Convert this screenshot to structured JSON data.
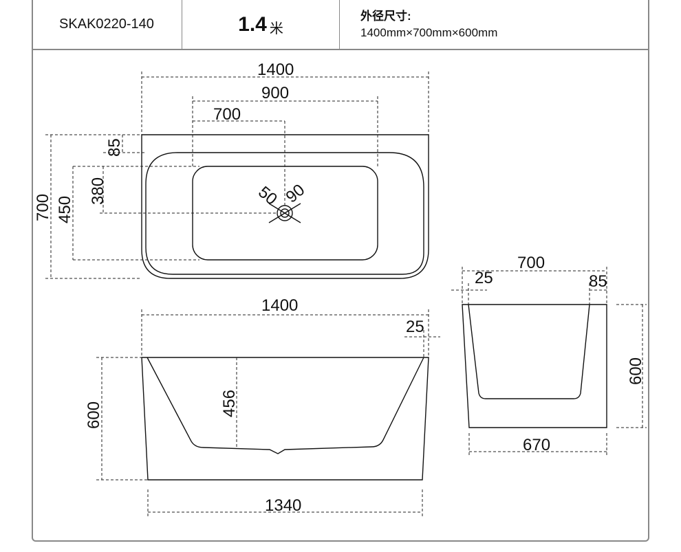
{
  "header": {
    "model": "SKAK0220-140",
    "size_value": "1.4",
    "size_unit": "米",
    "dims_label": "外径尺寸:",
    "dims_value": "1400mm×700mm×600mm"
  },
  "top_view": {
    "width_overall": "1400",
    "width_inner": "900",
    "drain_offset": "700",
    "depth_overall": "700",
    "inner_span": "450",
    "drain_depth": "380",
    "rim_back": "85",
    "drain_diameter": "50",
    "overflow_diameter": "90"
  },
  "front_view": {
    "width_top": "1400",
    "rim_offset": "25",
    "height": "600",
    "inner_depth": "456",
    "width_base": "1340"
  },
  "side_view": {
    "width_top": "700",
    "rim_front": "25",
    "rim_back": "85",
    "height": "600",
    "width_base": "670"
  }
}
